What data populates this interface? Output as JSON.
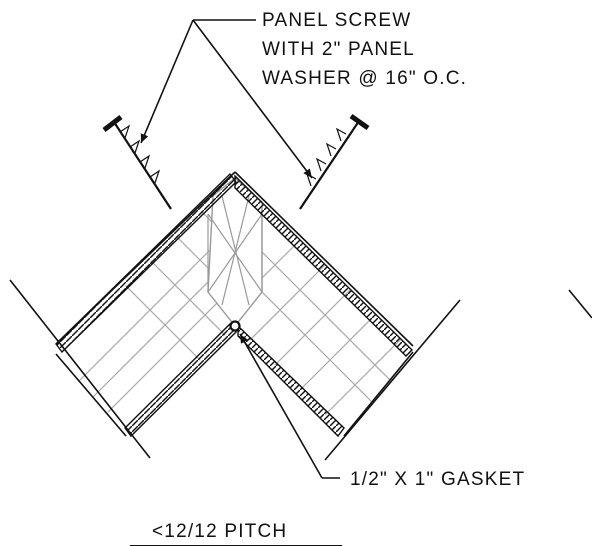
{
  "labels": {
    "screw_line1": "PANEL SCREW",
    "screw_line2": "WITH 2\" PANEL",
    "screw_line3": "WASHER @ 16\" O.C.",
    "gasket": "1/2\" X 1\" GASKET",
    "pitch": "<12/12 PITCH"
  },
  "colors": {
    "ink": "#111111",
    "insulation_grid": "#aaaaaa",
    "background": "#ffffff"
  },
  "icons": [
    "panel-screw-icon",
    "gasket-icon"
  ]
}
